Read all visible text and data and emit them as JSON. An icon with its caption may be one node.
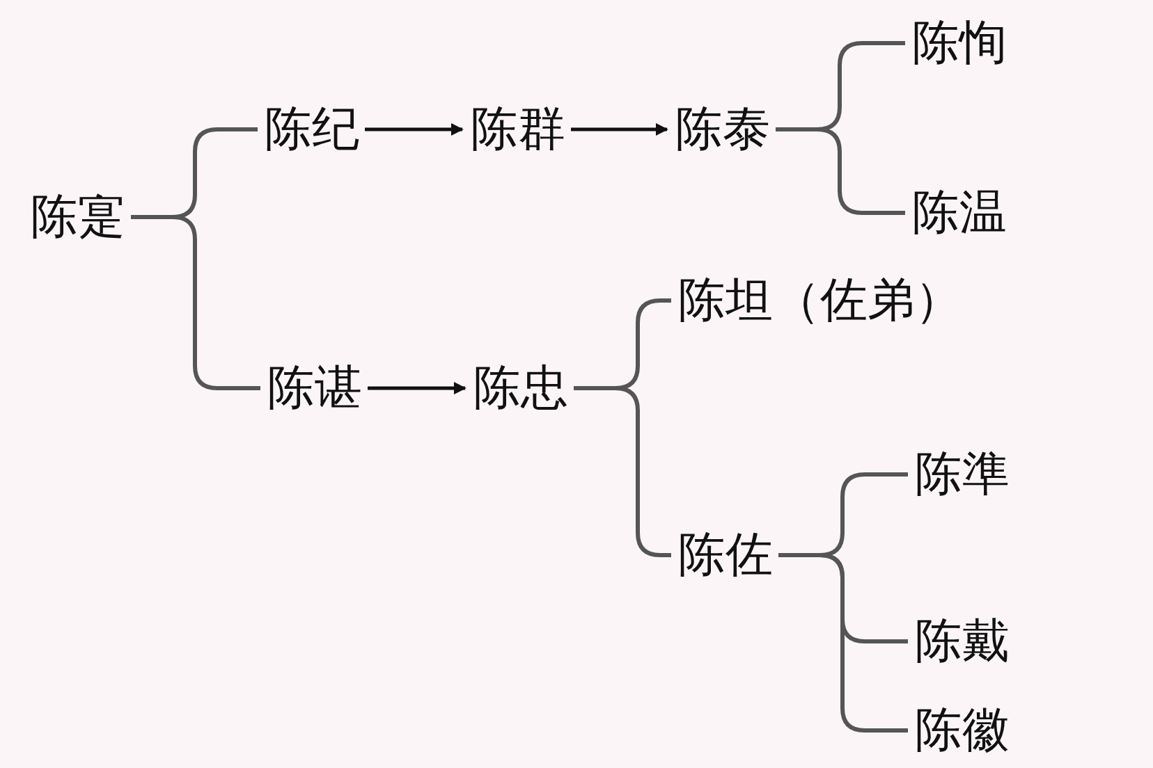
{
  "diagram": {
    "nodes": [
      {
        "text": [
          "陈寔"
        ]
      },
      {
        "text": [
          "陈纪"
        ]
      },
      {
        "text": [
          "陈群"
        ]
      },
      {
        "text": [
          "陈泰"
        ]
      },
      {
        "text": [
          "陈恂"
        ]
      },
      {
        "text": [
          "陈温"
        ]
      },
      {
        "text": [
          "陈谌"
        ]
      },
      {
        "text": [
          "陈忠"
        ]
      },
      {
        "text": [
          "陈坦（佐弟）"
        ]
      },
      {
        "text": [
          "陈佐"
        ]
      },
      {
        "text": [
          "陈準"
        ]
      },
      {
        "text": [
          "陈戴"
        ]
      },
      {
        "text": [
          "陈徽"
        ]
      }
    ],
    "edges": [
      {
        "from": 0,
        "to": 1,
        "arrow": "none"
      },
      {
        "from": 0,
        "to": 6,
        "arrow": "none"
      },
      {
        "from": 1,
        "to": 2,
        "arrow": "to"
      },
      {
        "from": 2,
        "to": 3,
        "arrow": "to"
      },
      {
        "from": 3,
        "to": 4,
        "arrow": "none"
      },
      {
        "from": 3,
        "to": 5,
        "arrow": "none"
      },
      {
        "from": 6,
        "to": 7,
        "arrow": "to"
      },
      {
        "from": 7,
        "to": 8,
        "arrow": "none"
      },
      {
        "from": 7,
        "to": 9,
        "arrow": "none"
      },
      {
        "from": 9,
        "to": 10,
        "arrow": "none"
      },
      {
        "from": 9,
        "to": 11,
        "arrow": "none"
      },
      {
        "from": 9,
        "to": 12,
        "arrow": "none"
      }
    ]
  }
}
